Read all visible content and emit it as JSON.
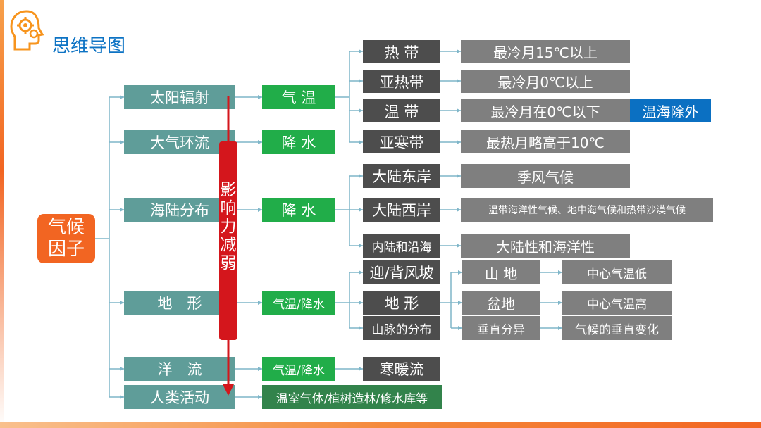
{
  "header": {
    "title": "思维导图",
    "logo_icon": "head-gears-icon"
  },
  "colors": {
    "teal": "#5f9d99",
    "green": "#21ad49",
    "dark_green": "#32834b",
    "dark_gray": "#4d4d4d",
    "gray": "#7f7f7f",
    "blue": "#0b70c2",
    "orange": "#f26522",
    "red": "#d4161c",
    "connector": "#7fb6c9"
  },
  "root": {
    "line1": "气候",
    "line2": "因子"
  },
  "factors": [
    "太阳辐射",
    "大气环流",
    "海陆分布",
    "地　形",
    "洋　流",
    "人类活动"
  ],
  "influence_bar": {
    "chars": [
      "影",
      "响",
      "力",
      "减",
      "弱"
    ]
  },
  "effects": [
    "气 温",
    "降 水",
    "降 水",
    "气温/降水",
    "气温/降水",
    "温室气体/植树造林/修水库等"
  ],
  "temperature_zones": [
    {
      "zone": "热 带",
      "condition": "最冷月15℃以上"
    },
    {
      "zone": "亚热带",
      "condition": "最冷月0℃以上"
    },
    {
      "zone": "温 带",
      "condition": "最冷月在0℃以下",
      "note": "温海除外"
    },
    {
      "zone": "亚寒带",
      "condition": "最热月略高于10℃"
    }
  ],
  "land_sea": [
    {
      "position": "大陆东岸",
      "result": "季风气候"
    },
    {
      "position": "大陆西岸",
      "result": "温带海洋性气候、地中海气候和热带沙漠气候"
    },
    {
      "position": "内陆和沿海",
      "result": "大陆性和海洋性"
    }
  ],
  "terrain": {
    "items": [
      "迎/背风坡",
      "地 形",
      "山脉的分布"
    ],
    "landforms": [
      {
        "type": "山 地",
        "result": "中心气温低"
      },
      {
        "type": "盆地",
        "result": "中心气温高"
      },
      {
        "type": "垂直分异",
        "result": "气候的垂直变化"
      }
    ]
  },
  "current_result": "寒暖流"
}
